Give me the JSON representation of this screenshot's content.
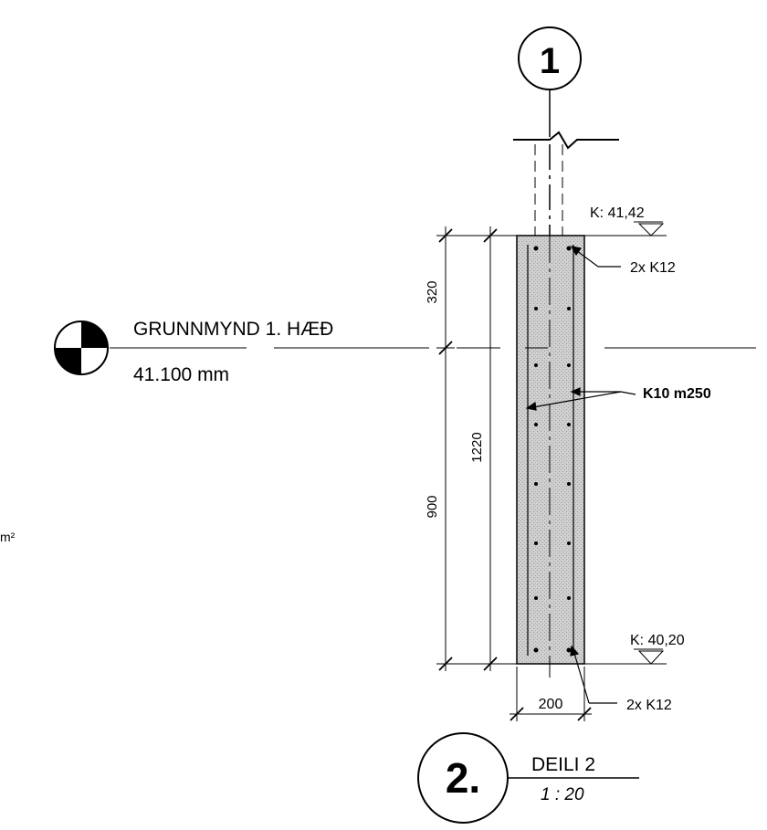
{
  "grid": {
    "label": "1"
  },
  "level": {
    "name": "GRUNNMYND 1. HÆÐ",
    "elevation": "41.100 mm"
  },
  "dimensions": {
    "top": "320",
    "bottom": "900",
    "total": "1220",
    "width": "200"
  },
  "elevations": {
    "top": "K: 41,42",
    "bottom": "K: 40,20"
  },
  "rebar": {
    "top": "2x K12",
    "stirrups": "K10 m250",
    "bottom": "2x K12"
  },
  "margin_note": "m²",
  "detail": {
    "number": "2.",
    "title": "DEILI 2",
    "scale": "1 : 20"
  },
  "colors": {
    "concrete": "#c8c8c8",
    "line": "#000000"
  }
}
